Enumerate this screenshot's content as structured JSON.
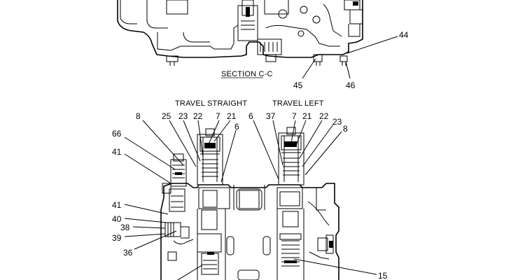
{
  "top_section": {
    "caption": "SECTION  C-C",
    "callouts": [
      "44",
      "45",
      "46"
    ]
  },
  "bottom_section": {
    "header_left": "TRAVEL STRAIGHT",
    "header_right": "TRAVEL LEFT",
    "left_top_callouts": [
      "8",
      "25",
      "23",
      "22",
      "7",
      "21",
      "6"
    ],
    "right_top_callouts": [
      "6",
      "37",
      "7",
      "21",
      "22",
      "23",
      "8"
    ],
    "left_side_callouts": [
      "66",
      "41",
      "41",
      "40",
      "38",
      "39",
      "36"
    ],
    "right_side_callouts": [
      "15"
    ]
  }
}
